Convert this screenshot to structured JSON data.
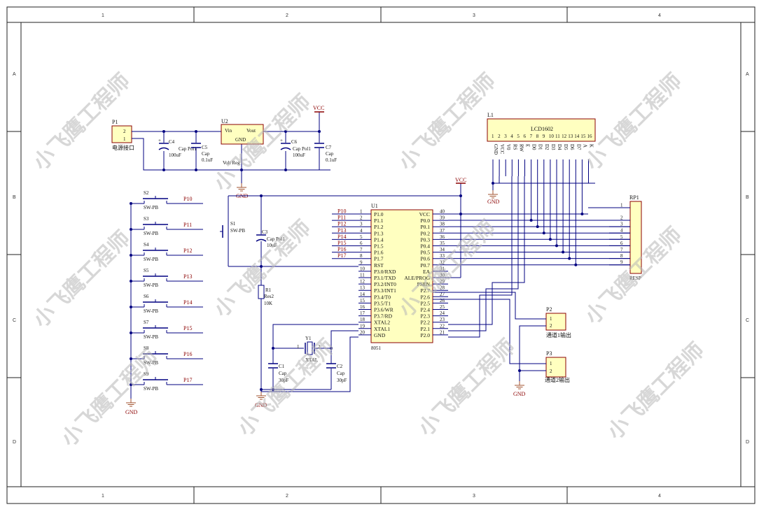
{
  "sheet": {
    "columns": [
      "1",
      "2",
      "3",
      "4"
    ],
    "rows": [
      "A",
      "B",
      "C",
      "D"
    ]
  },
  "watermark": "小飞鹰工程师",
  "power": {
    "p1": {
      "designator": "P1",
      "name": "电源接口",
      "pins": [
        "2",
        "1"
      ]
    },
    "c4": {
      "designator": "C4",
      "type": "Cap Pol1",
      "value": "100uF"
    },
    "c5": {
      "designator": "C5",
      "type": "Cap",
      "value": "0.1uF"
    },
    "u2": {
      "designator": "U2",
      "type": "Volt Reg",
      "vin": "Vin",
      "vout": "Vout",
      "gnd": "GND"
    },
    "c6": {
      "designator": "C6",
      "type": "Cap Pol1",
      "value": "100uF"
    },
    "c7": {
      "designator": "C7",
      "type": "Cap",
      "value": "0.1uF"
    },
    "vcc": "VCC",
    "gnd": "GND"
  },
  "switches": [
    {
      "designator": "S2",
      "type": "SW-PB",
      "net": "P10"
    },
    {
      "designator": "S3",
      "type": "SW-PB",
      "net": "P11"
    },
    {
      "designator": "S4",
      "type": "SW-PB",
      "net": "P12"
    },
    {
      "designator": "S5",
      "type": "SW-PB",
      "net": "P13"
    },
    {
      "designator": "S6",
      "type": "SW-PB",
      "net": "P14"
    },
    {
      "designator": "S7",
      "type": "SW-PB",
      "net": "P15"
    },
    {
      "designator": "S8",
      "type": "SW-PB",
      "net": "P16"
    },
    {
      "designator": "S9",
      "type": "SW-PB",
      "net": "P17"
    }
  ],
  "switch_gnd": "GND",
  "reset": {
    "s1": {
      "designator": "S1",
      "type": "SW-PB"
    },
    "c3": {
      "designator": "C3",
      "type": "Cap Pol1",
      "value": "10uF"
    },
    "r1": {
      "designator": "R1",
      "type": "Res2",
      "value": "10K"
    },
    "vcc": "VCC"
  },
  "crystal": {
    "y1": {
      "designator": "Y1",
      "type": "XTAL",
      "pin1": "1",
      "pin2": "2"
    },
    "c1": {
      "designator": "C1",
      "type": "Cap",
      "value": "30pF"
    },
    "c2": {
      "designator": "C2",
      "type": "Cap",
      "value": "30pF"
    },
    "gnd": "GND"
  },
  "mcu": {
    "designator": "U1",
    "part": "8051",
    "left_pins": [
      {
        "num": "1",
        "name": "P1.0",
        "net": "P10"
      },
      {
        "num": "2",
        "name": "P1.1",
        "net": "P11"
      },
      {
        "num": "3",
        "name": "P1.2",
        "net": "P12"
      },
      {
        "num": "4",
        "name": "P1.3",
        "net": "P13"
      },
      {
        "num": "5",
        "name": "P1.4",
        "net": "P14"
      },
      {
        "num": "6",
        "name": "P1.5",
        "net": "P15"
      },
      {
        "num": "7",
        "name": "P1.6",
        "net": "P16"
      },
      {
        "num": "8",
        "name": "P1.7",
        "net": "P17"
      },
      {
        "num": "9",
        "name": "RST",
        "net": ""
      },
      {
        "num": "10",
        "name": "P3.0/RXD",
        "net": ""
      },
      {
        "num": "11",
        "name": "P3.1/TXD",
        "net": ""
      },
      {
        "num": "12",
        "name": "P3.2/INT0",
        "net": ""
      },
      {
        "num": "13",
        "name": "P3.3/INT1",
        "net": ""
      },
      {
        "num": "14",
        "name": "P3.4/T0",
        "net": ""
      },
      {
        "num": "15",
        "name": "P3.5/T1",
        "net": ""
      },
      {
        "num": "16",
        "name": "P3.6/WR",
        "net": ""
      },
      {
        "num": "17",
        "name": "P3.7/RD",
        "net": ""
      },
      {
        "num": "18",
        "name": "XTAL2",
        "net": ""
      },
      {
        "num": "19",
        "name": "XTAL1",
        "net": ""
      },
      {
        "num": "20",
        "name": "GND",
        "net": ""
      }
    ],
    "right_pins": [
      {
        "num": "40",
        "name": "VCC"
      },
      {
        "num": "39",
        "name": "P0.0"
      },
      {
        "num": "38",
        "name": "P0.1"
      },
      {
        "num": "37",
        "name": "P0.2"
      },
      {
        "num": "36",
        "name": "P0.3"
      },
      {
        "num": "35",
        "name": "P0.4"
      },
      {
        "num": "34",
        "name": "P0.5"
      },
      {
        "num": "33",
        "name": "P0.6"
      },
      {
        "num": "32",
        "name": "P0.7"
      },
      {
        "num": "31",
        "name": "EA"
      },
      {
        "num": "30",
        "name": "ALE/PROG"
      },
      {
        "num": "29",
        "name": "PSEN"
      },
      {
        "num": "28",
        "name": "P2.7"
      },
      {
        "num": "27",
        "name": "P2.6"
      },
      {
        "num": "26",
        "name": "P2.5"
      },
      {
        "num": "25",
        "name": "P2.4"
      },
      {
        "num": "24",
        "name": "P2.3"
      },
      {
        "num": "23",
        "name": "P2.2"
      },
      {
        "num": "22",
        "name": "P2.1"
      },
      {
        "num": "21",
        "name": "P2.0"
      }
    ]
  },
  "lcd": {
    "designator": "L1",
    "name": "LCD1602",
    "pin_nums": [
      "1",
      "2",
      "3",
      "4",
      "5",
      "6",
      "7",
      "8",
      "9",
      "10",
      "11",
      "12",
      "13",
      "14",
      "15",
      "16"
    ],
    "pin_names": [
      "GND",
      "VCC",
      "V0",
      "RS",
      "RW",
      "E",
      "D0",
      "D1",
      "D2",
      "D3",
      "D4",
      "D5",
      "D6",
      "D7",
      "A",
      "K"
    ],
    "gnd": "GND"
  },
  "rp1": {
    "designator": "RP1",
    "type": "RESP",
    "pins": [
      "1",
      "2",
      "3",
      "4",
      "5",
      "6",
      "7",
      "8",
      "9"
    ]
  },
  "outputs": {
    "p2": {
      "designator": "P2",
      "name": "通道1输出",
      "pins": [
        "1",
        "2"
      ]
    },
    "p3": {
      "designator": "P3",
      "name": "通道2输出",
      "pins": [
        "1",
        "2"
      ]
    },
    "gnd": "GND"
  }
}
